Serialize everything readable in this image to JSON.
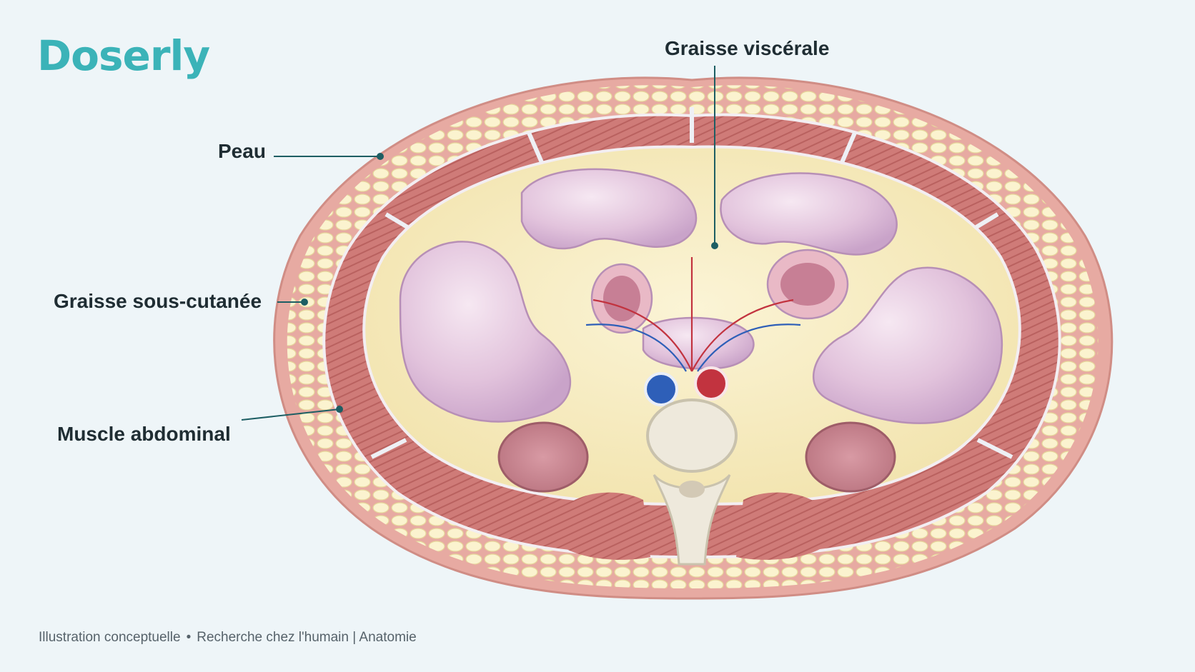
{
  "brand": {
    "name": "Doserly",
    "color": "#3bb3b8"
  },
  "labels": {
    "skin": "Peau",
    "subcutaneous_fat": "Graisse sous-cutanée",
    "abdominal_muscle": "Muscle abdominal",
    "visceral_fat": "Graisse viscérale"
  },
  "footer": {
    "left": "Illustration conceptuelle",
    "separator": "•",
    "right": "Recherche chez l'humain | Anatomie"
  },
  "colors": {
    "leader_line": "#1d5e63",
    "skin": "#e7aaa2",
    "fat": "#f7edc3",
    "muscle": "#cf7b78",
    "intestine": "#e3c8df",
    "vein": "#2e5fb8",
    "artery": "#c2333f",
    "bone": "#eee9dc"
  }
}
